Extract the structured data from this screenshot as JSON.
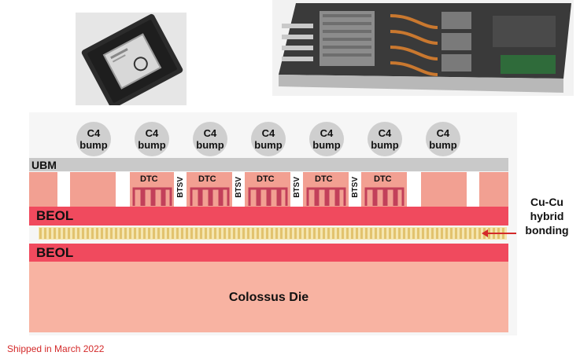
{
  "diagram": {
    "bumps": [
      {
        "label": "C4\nbump"
      },
      {
        "label": "C4\nbump"
      },
      {
        "label": "C4\nbump"
      },
      {
        "label": "C4\nbump"
      },
      {
        "label": "C4\nbump"
      },
      {
        "label": "C4\nbump"
      },
      {
        "label": "C4\nbump"
      }
    ],
    "ubm_label": "UBM",
    "dtc_labels": [
      "DTC",
      "DTC",
      "DTC",
      "DTC",
      "DTC"
    ],
    "btsv_labels": [
      "BTSV",
      "BTSV",
      "BTSV",
      "BTSV"
    ],
    "beol_top_label": "BEOL",
    "beol_bottom_label": "BEOL",
    "die_label": "Colossus Die",
    "hybrid_bonding_label": "Cu-Cu\nhybrid\nbonding"
  },
  "footer": {
    "note": "Shipped in March 2022"
  },
  "colors": {
    "accent_red": "#d42a2a",
    "beol": "#f04a5e",
    "die": "#f8b3a2",
    "bump": "#cfcfcf"
  }
}
